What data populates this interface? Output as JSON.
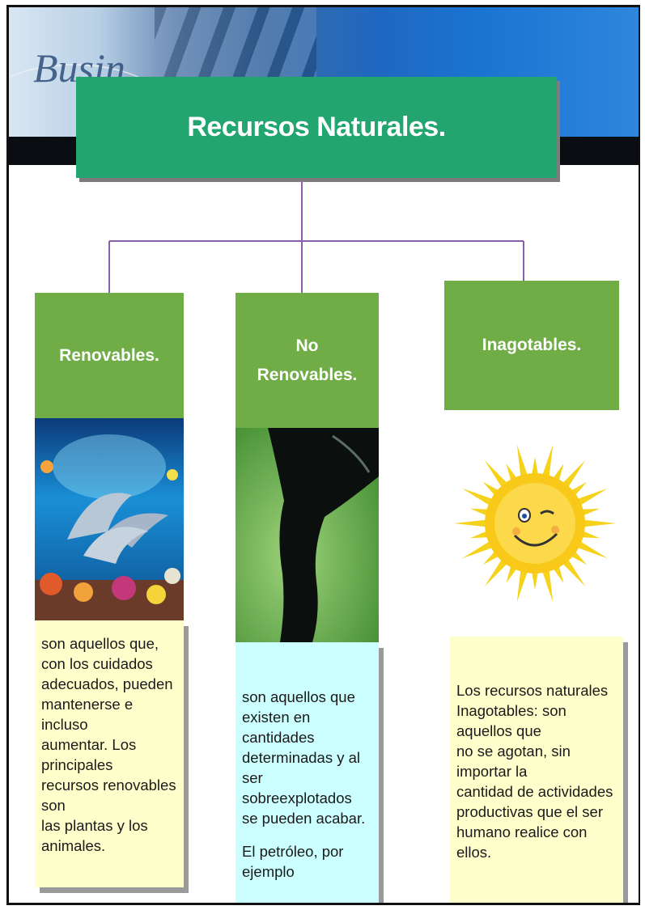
{
  "title": "Recursos Naturales.",
  "banner_logo": "Busin",
  "colors": {
    "title_box": "#23a56f",
    "category_box": "#70ad47",
    "connector": "#8e5fb0",
    "note_yellow": "#ffffcc",
    "note_cyan": "#ccffff"
  },
  "categories": [
    {
      "label": "Renovables.",
      "image": "ocean-dolphins-image",
      "text": "son aquellos que,\ncon los cuidados\nadecuados, pueden\nmantenerse e incluso\naumentar. Los principales\nrecursos renovables son\nlas plantas y los animales."
    },
    {
      "label": "No\nRenovables.",
      "image": "oil-pour-image",
      "text": "son aquellos que\nexisten en cantidades\ndeterminadas y al\nser sobreexplotados\nse pueden acabar.",
      "example": "El petróleo, por ejemplo"
    },
    {
      "label": "Inagotables.",
      "image": "smiling-sun-image",
      "text": "Los recursos naturales\nInagotables: son aquellos que\nno se agotan, sin importar la\ncantidad de actividades\nproductivas que el ser\nhumano realice con ellos."
    }
  ]
}
